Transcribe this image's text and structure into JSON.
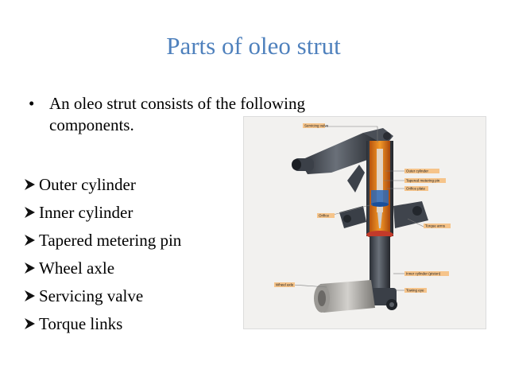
{
  "slide": {
    "title": "Parts of oleo strut",
    "bullet_symbol": "•",
    "intro": "An oleo strut consists of the following components.",
    "items": [
      "Outer cylinder",
      "Inner cylinder",
      "Tapered metering pin",
      "Wheel axle",
      "Servicing valve",
      "Torque links"
    ]
  },
  "figure": {
    "labels": {
      "servicing_valve": "Servicing valve",
      "outer_cylinder": "Outer cylinder",
      "tapered_metering_pin": "Tapered metering pin",
      "orifice_plate": "Orifice plate",
      "orifice": "Orifice",
      "torque_arms": "Torque arms",
      "inner_cylinder": "Inner cylinder (piston)",
      "wheel_axle": "Wheel axle",
      "towing_eye": "Towing eye"
    }
  }
}
